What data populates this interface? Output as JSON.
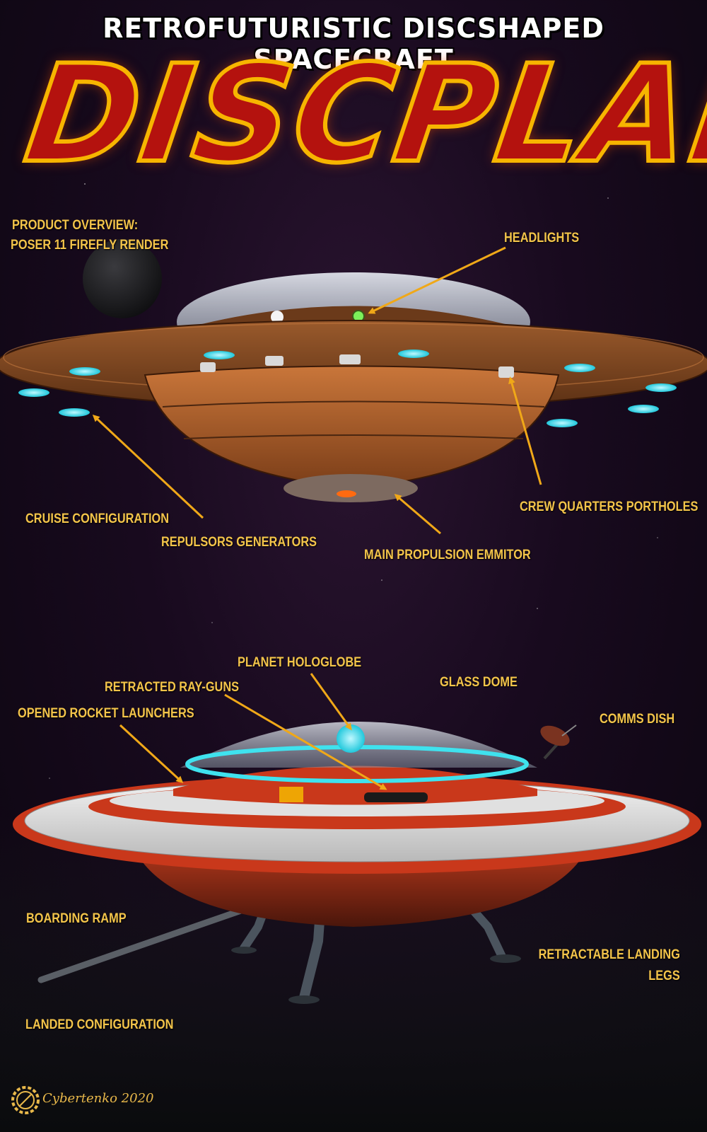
{
  "header": {
    "title": "RETROFUTURISTIC DISCSHAPED SPACECRAFT",
    "brand": "DISCPLANE"
  },
  "overview": {
    "line1": "PRODUCT OVERVIEW:",
    "line2": "POSER 11 FIREFLY RENDER"
  },
  "cruise": {
    "config_label": "CRUISE CONFIGURATION",
    "callouts": {
      "headlights": "HEADLIGHTS",
      "repulsors": "REPULSORS GENERATORS",
      "main_propulsion": "MAIN PROPULSION EMMITOR",
      "crew_portholes": "CREW QUARTERS PORTHOLES"
    }
  },
  "landed": {
    "config_label": "LANDED CONFIGURATION",
    "callouts": {
      "hologlobe": "PLANET HOLOGLOBE",
      "glass_dome": "GLASS DOME",
      "ray_guns": "RETRACTED RAY-GUNS",
      "rocket_launchers": "OPENED ROCKET LAUNCHERS",
      "comms_dish": "COMMS DISH",
      "boarding_ramp": "BOARDING RAMP",
      "landing_legs_1": "RETRACTABLE LANDING",
      "landing_legs_2": "LEGS"
    }
  },
  "footer": {
    "signature": "Cybertenko 2020"
  },
  "colors": {
    "label": "#f3c44a",
    "arrow": "#f0a818",
    "brand_fill": "#b4120e",
    "brand_stroke": "#f7b500",
    "hull_copper": "#b5642a",
    "hull_red": "#c23a1c",
    "glow_cyan": "#39e6f0"
  }
}
